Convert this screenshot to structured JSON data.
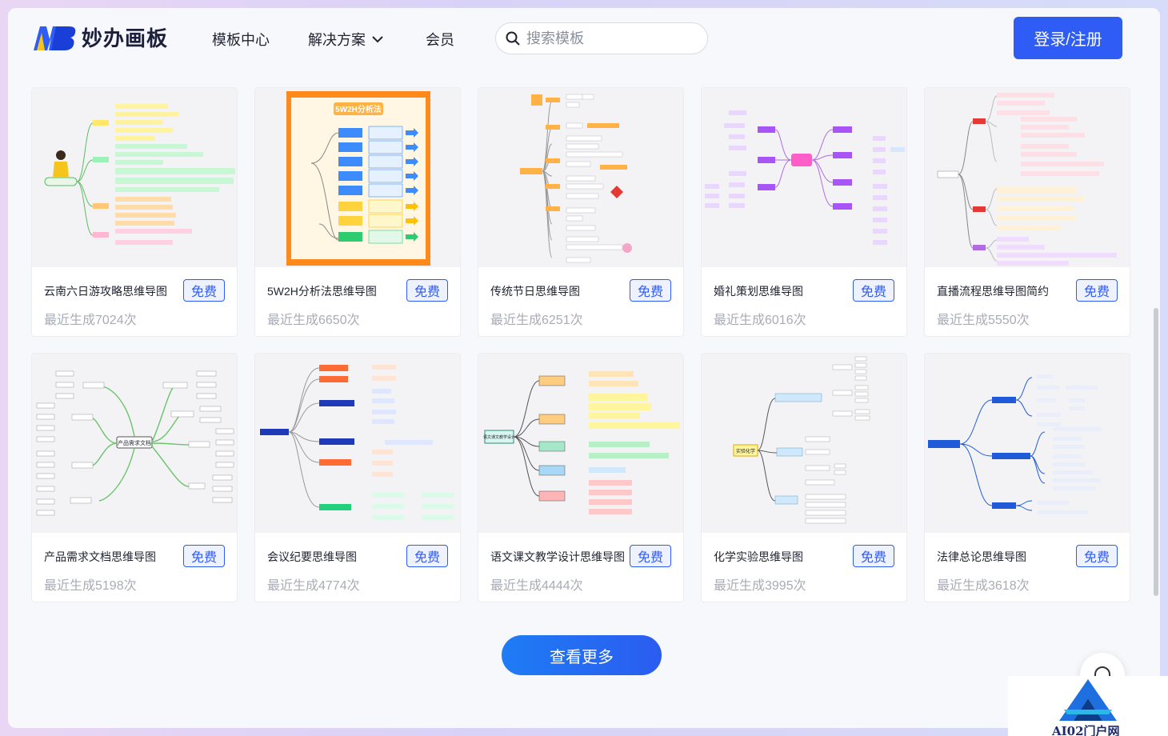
{
  "header": {
    "logo_text": "妙办画板",
    "nav": {
      "templates": "模板中心",
      "solutions": "解决方案",
      "membership": "会员"
    },
    "search_placeholder": "搜索模板",
    "login_label": "登录/注册"
  },
  "free_label": "免费",
  "cards": [
    {
      "title": "云南六日游攻略思维导图",
      "count": "最近生成7024次"
    },
    {
      "title": "5W2H分析法思维导图",
      "count": "最近生成6650次",
      "thumb_heading": "5W2H分析法"
    },
    {
      "title": "传统节日思维导图",
      "count": "最近生成6251次"
    },
    {
      "title": "婚礼策划思维导图",
      "count": "最近生成6016次"
    },
    {
      "title": "直播流程思维导图简约",
      "count": "最近生成5550次"
    },
    {
      "title": "产品需求文档思维导图",
      "count": "最近生成5198次",
      "thumb_center": "产品需求文档"
    },
    {
      "title": "会议纪要思维导图",
      "count": "最近生成4774次"
    },
    {
      "title": "语文课文教学设计思维导图",
      "count": "最近生成4444次",
      "thumb_center": "语文课文教学设计"
    },
    {
      "title": "化学实验思维导图",
      "count": "最近生成3995次",
      "thumb_center": "实验化学"
    },
    {
      "title": "法律总论思维导图",
      "count": "最近生成3618次"
    }
  ],
  "more_label": "查看更多",
  "watermark_text": "AI02门户网",
  "colors": {
    "accent": "#2f5cf4",
    "badge_bg": "#eef2ff"
  }
}
